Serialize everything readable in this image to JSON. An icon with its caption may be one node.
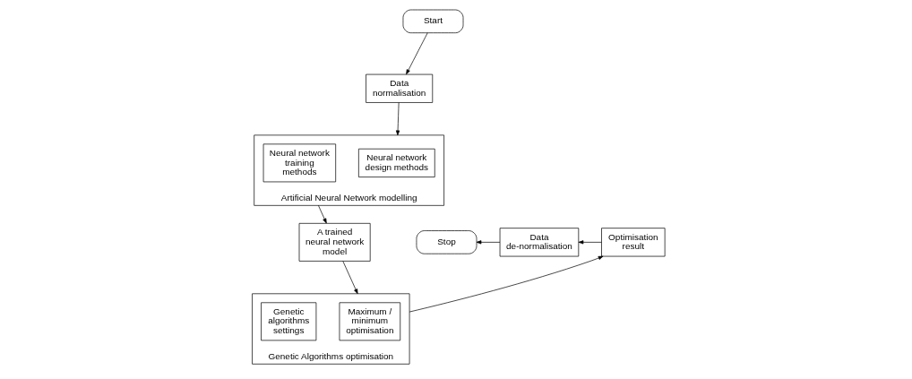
{
  "diagram": {
    "nodes": [
      {
        "text": [
          "Start"
        ]
      },
      {
        "text": [
          "Data normalisation"
        ]
      },
      {
        "text": [
          "Artificial Neural Network modelling"
        ]
      },
      {
        "text": [
          "Neural network design methods"
        ],
        "in": 2
      },
      {
        "text": [
          "Neural network training methods"
        ],
        "in": 2
      },
      {
        "text": [
          "A trained neural network model"
        ]
      },
      {
        "text": [
          "Genetic Algorithms optimisation"
        ]
      },
      {
        "text": [
          "Maximum / minimum optimisation"
        ],
        "in": 6
      },
      {
        "text": [
          "Genetic algorithms settings"
        ],
        "in": 6
      },
      {
        "text": [
          "Optimisation result"
        ]
      },
      {
        "text": [
          "Data de-normalisation"
        ]
      },
      {
        "text": [
          "Stop"
        ]
      }
    ],
    "edges": [
      {
        "from": 0,
        "to": 1,
        "arrow": "to"
      },
      {
        "from": 1,
        "to": 2,
        "arrow": "to"
      },
      {
        "from": 2,
        "to": 5,
        "arrow": "to"
      },
      {
        "from": 5,
        "to": 6,
        "arrow": "to"
      },
      {
        "from": 6,
        "to": 9,
        "arrow": "to"
      },
      {
        "from": 9,
        "to": 10,
        "arrow": "to"
      },
      {
        "from": 10,
        "to": 11,
        "arrow": "to"
      }
    ]
  }
}
